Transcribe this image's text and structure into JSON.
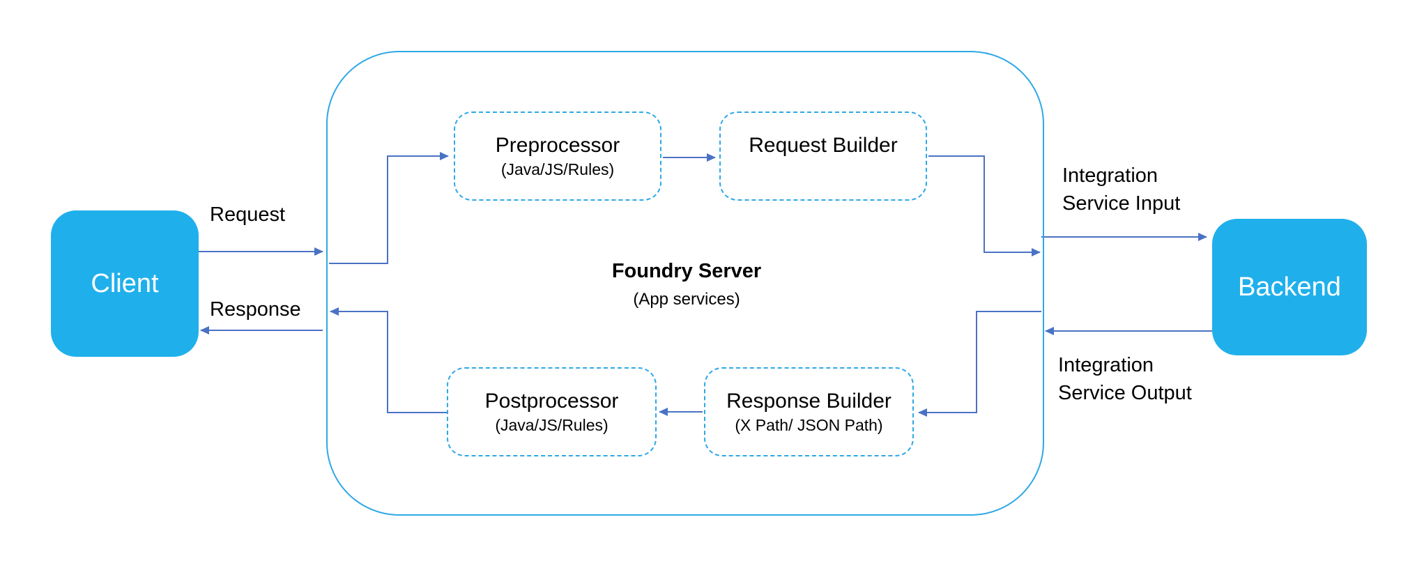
{
  "colors": {
    "node_fill": "#1fb0eb",
    "border": "#2ea8e6",
    "arrow": "#4a72c4"
  },
  "client": {
    "label": "Client"
  },
  "backend": {
    "label": "Backend"
  },
  "server": {
    "title": "Foundry Server",
    "subtitle": "(App services)"
  },
  "preprocessor": {
    "title": "Preprocessor",
    "subtitle": "(Java/JS/Rules)"
  },
  "request_builder": {
    "title": "Request Builder"
  },
  "postprocessor": {
    "title": "Postprocessor",
    "subtitle": "(Java/JS/Rules)"
  },
  "response_builder": {
    "title": "Response Builder",
    "subtitle": "(X Path/ JSON Path)"
  },
  "labels": {
    "request": "Request",
    "response": "Response",
    "integration_input_line1": "Integration",
    "integration_input_line2": "Service Input",
    "integration_output_line1": "Integration",
    "integration_output_line2": "Service Output"
  }
}
